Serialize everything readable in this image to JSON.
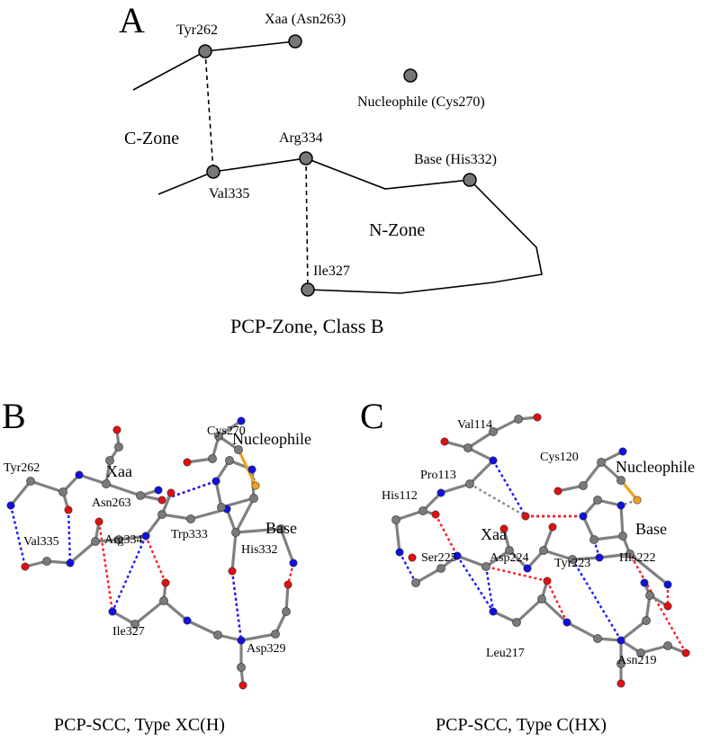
{
  "panel_a": {
    "letter": "A",
    "labels": {
      "tyr262": "Tyr262",
      "xaa": "Xaa (Asn263)",
      "nucleophile": "Nucleophile (Cys270)",
      "c_zone": "C-Zone",
      "arg334": "Arg334",
      "base": "Base (His332)",
      "val335": "Val335",
      "n_zone": "N-Zone",
      "ile327": "Ile327"
    },
    "caption": "PCP-Zone, Class B"
  },
  "panel_b": {
    "letter": "B",
    "labels": {
      "cys270": "Cys270",
      "nucleophile": "Nucleophile",
      "tyr262": "Tyr262",
      "xaa": "Xaa",
      "asn263": "Asn263",
      "base": "Base",
      "val335": "Val335",
      "arg334": "Arg334",
      "trp333": "Trp333",
      "his332": "His332",
      "ile327": "Ile327",
      "asp329": "Asp329"
    },
    "caption": "PCP-SCC, Type XC(H)"
  },
  "panel_c": {
    "letter": "C",
    "labels": {
      "val114": "Val114",
      "cys120": "Cys120",
      "nucleophile": "Nucleophile",
      "pro113": "Pro113",
      "his112": "His112",
      "xaa": "Xaa",
      "base": "Base",
      "ser225": "Ser225",
      "asp224": "Asp224",
      "tyr223": "Tyr223",
      "his222": "His222",
      "leu217": "Leu217",
      "asn219": "Asn219"
    },
    "caption": "PCP-SCC, Type C(HX)"
  },
  "colors": {
    "carbon": "#7a7a7a",
    "nitrogen": "#1010e0",
    "oxygen": "#e01010",
    "sulfur": "#f0a020",
    "bond": "#808080",
    "hbond_blue": "#1a1aff",
    "hbond_red": "#ff1a1a",
    "hbond_gray": "#888888"
  }
}
